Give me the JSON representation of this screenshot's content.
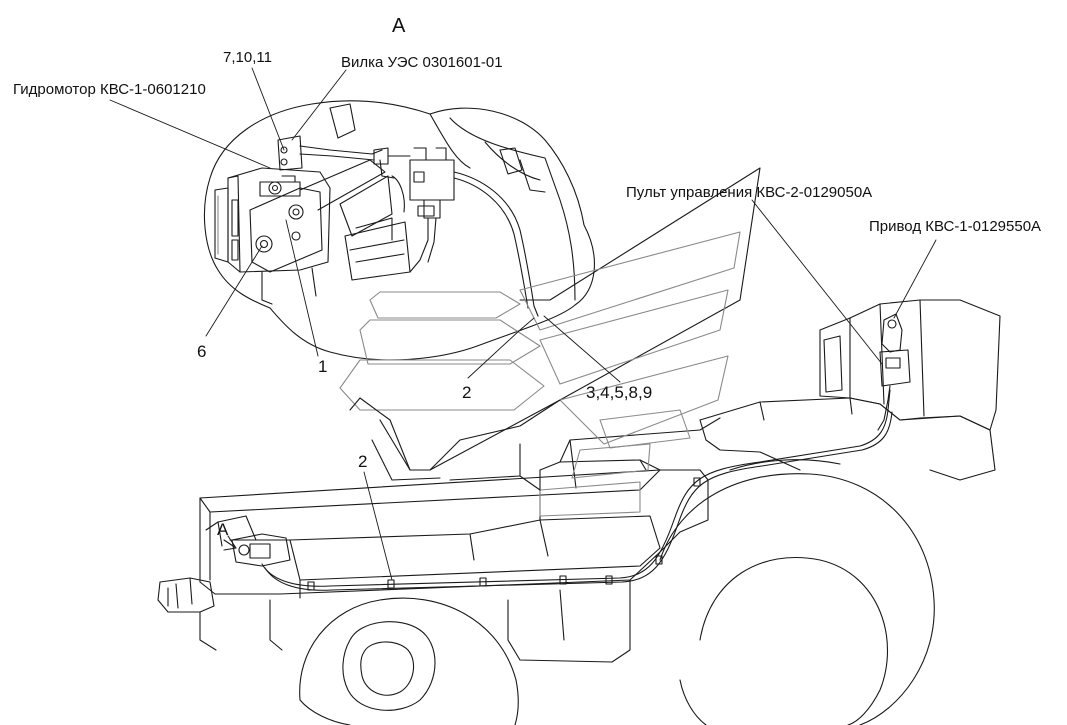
{
  "view_title": "А",
  "parts": {
    "hydromotor": "Гидромотор КВС-1-0601210",
    "plug": "Вилка УЭС 0301601-01",
    "control_panel": "Пульт управления КВС-2-0129050А",
    "drive": "Привод КВС-1-0129550А"
  },
  "callouts": {
    "c_7_10_11": "7,10,11",
    "c_6": "6",
    "c_1": "1",
    "c_2_upper": "2",
    "c_3_4_5_8_9": "3,4,5,8,9",
    "c_2_lower": "2",
    "view_marker": "А"
  },
  "colors": {
    "line": "#1a1a1a",
    "shade": "#8a8a8a"
  }
}
